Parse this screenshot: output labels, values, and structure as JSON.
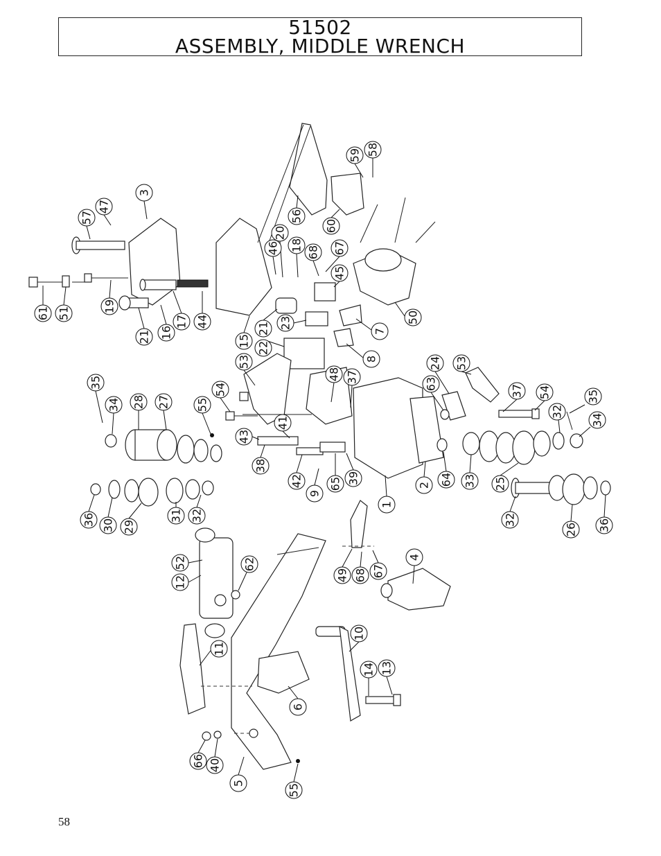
{
  "title": {
    "line1": "51502",
    "line2": "ASSEMBLY, MIDDLE WRENCH"
  },
  "page_number": "58",
  "callouts": [
    {
      "label": "3"
    },
    {
      "label": "47"
    },
    {
      "label": "57"
    },
    {
      "label": "61"
    },
    {
      "label": "51"
    },
    {
      "label": "19"
    },
    {
      "label": "21"
    },
    {
      "label": "16"
    },
    {
      "label": "17"
    },
    {
      "label": "44"
    },
    {
      "label": "56"
    },
    {
      "label": "59"
    },
    {
      "label": "58"
    },
    {
      "label": "60"
    },
    {
      "label": "20"
    },
    {
      "label": "46"
    },
    {
      "label": "18"
    },
    {
      "label": "68"
    },
    {
      "label": "67"
    },
    {
      "label": "45"
    },
    {
      "label": "15"
    },
    {
      "label": "21"
    },
    {
      "label": "23"
    },
    {
      "label": "22"
    },
    {
      "label": "7"
    },
    {
      "label": "8"
    },
    {
      "label": "50"
    },
    {
      "label": "53"
    },
    {
      "label": "48"
    },
    {
      "label": "37"
    },
    {
      "label": "35"
    },
    {
      "label": "34"
    },
    {
      "label": "28"
    },
    {
      "label": "27"
    },
    {
      "label": "55"
    },
    {
      "label": "54"
    },
    {
      "label": "41"
    },
    {
      "label": "43"
    },
    {
      "label": "38"
    },
    {
      "label": "42"
    },
    {
      "label": "9"
    },
    {
      "label": "65"
    },
    {
      "label": "39"
    },
    {
      "label": "1"
    },
    {
      "label": "2"
    },
    {
      "label": "63"
    },
    {
      "label": "24"
    },
    {
      "label": "53"
    },
    {
      "label": "37"
    },
    {
      "label": "54"
    },
    {
      "label": "35"
    },
    {
      "label": "32"
    },
    {
      "label": "34"
    },
    {
      "label": "64"
    },
    {
      "label": "33"
    },
    {
      "label": "25"
    },
    {
      "label": "36"
    },
    {
      "label": "30"
    },
    {
      "label": "29"
    },
    {
      "label": "31"
    },
    {
      "label": "32"
    },
    {
      "label": "32"
    },
    {
      "label": "26"
    },
    {
      "label": "36"
    },
    {
      "label": "52"
    },
    {
      "label": "12"
    },
    {
      "label": "62"
    },
    {
      "label": "49"
    },
    {
      "label": "68"
    },
    {
      "label": "67"
    },
    {
      "label": "4"
    },
    {
      "label": "11"
    },
    {
      "label": "10"
    },
    {
      "label": "14"
    },
    {
      "label": "13"
    },
    {
      "label": "6"
    },
    {
      "label": "66"
    },
    {
      "label": "40"
    },
    {
      "label": "5"
    },
    {
      "label": "55"
    }
  ]
}
